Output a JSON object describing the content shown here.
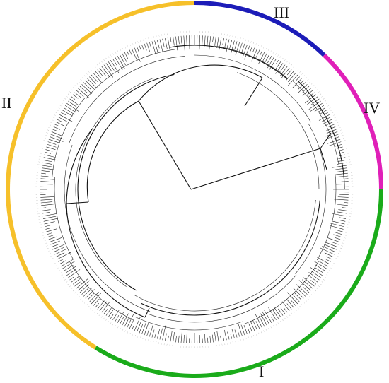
{
  "tree": {
    "cluster_count": 4,
    "tip_label_count": 360,
    "tip_label_text": "..."
  },
  "clusters": [
    {
      "id": "I",
      "label": "I",
      "color": "#1aab1a",
      "start_deg": 90,
      "end_deg": 212
    },
    {
      "id": "II",
      "label": "II",
      "color": "#f6c02a",
      "start_deg": 212,
      "end_deg": 360
    },
    {
      "id": "III",
      "label": "III",
      "color": "#1c1cb8",
      "start_deg": 0,
      "end_deg": 44
    },
    {
      "id": "IV",
      "label": "IV",
      "color": "#e020b8",
      "start_deg": 44,
      "end_deg": 90
    }
  ]
}
